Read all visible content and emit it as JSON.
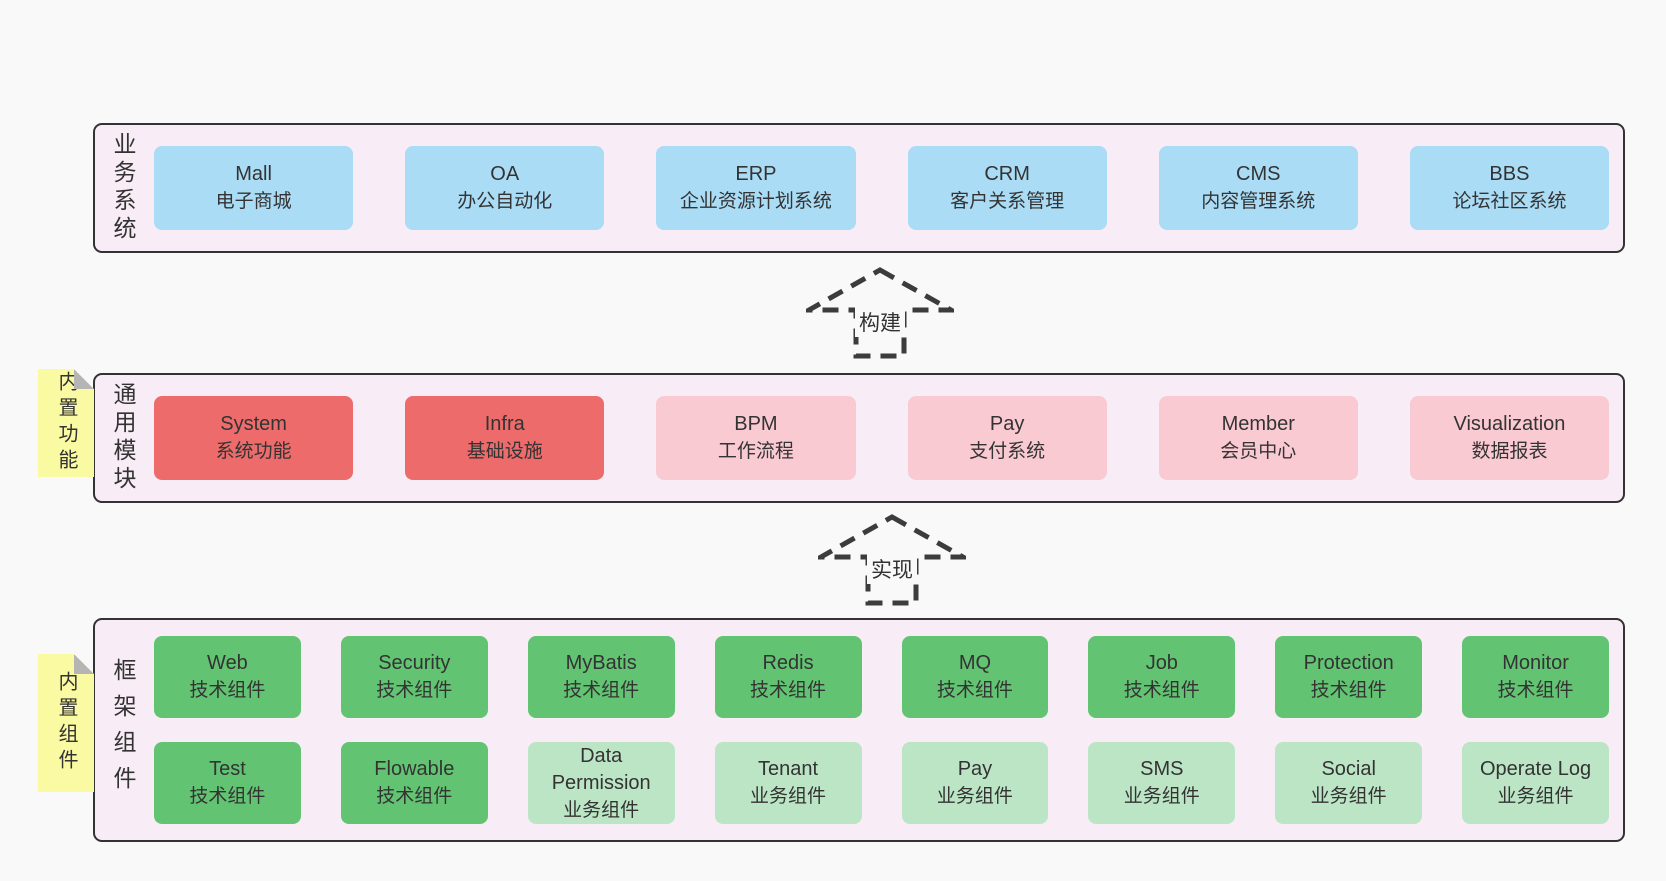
{
  "colors": {
    "page_bg": "#f9f9f9",
    "band_bg": "#f8edf6",
    "band_border": "#333333",
    "text": "#333333",
    "blue_box": "#aadcf6",
    "red_box": "#ee6b6b",
    "pink_box": "#facad3",
    "green_dark_box": "#62c472",
    "green_light_box": "#bce5c6",
    "sticky_yellow": "#fafaa2",
    "sticky_fold_gray": "#b5b5b5",
    "arrow_dash": "#3c3c3c"
  },
  "arrows": [
    {
      "label": "构建"
    },
    {
      "label": "实现"
    }
  ],
  "bands": [
    {
      "label": "业务系统",
      "boxes": [
        {
          "title": "Mall",
          "subtitle": "电子商城"
        },
        {
          "title": "OA",
          "subtitle": "办公自动化"
        },
        {
          "title": "ERP",
          "subtitle": "企业资源计划系统"
        },
        {
          "title": "CRM",
          "subtitle": "客户关系管理"
        },
        {
          "title": "CMS",
          "subtitle": "内容管理系统"
        },
        {
          "title": "BBS",
          "subtitle": "论坛社区系统"
        }
      ]
    },
    {
      "label": "通用模块",
      "sticky": "内置功能",
      "boxes": [
        {
          "title": "System",
          "subtitle": "系统功能"
        },
        {
          "title": "Infra",
          "subtitle": "基础设施"
        },
        {
          "title": "BPM",
          "subtitle": "工作流程"
        },
        {
          "title": "Pay",
          "subtitle": "支付系统"
        },
        {
          "title": "Member",
          "subtitle": "会员中心"
        },
        {
          "title": "Visualization",
          "subtitle": "数据报表"
        }
      ]
    },
    {
      "label": "框架组件",
      "sticky": "内置组件",
      "rows": [
        [
          {
            "title": "Web",
            "subtitle": "技术组件"
          },
          {
            "title": "Security",
            "subtitle": "技术组件"
          },
          {
            "title": "MyBatis",
            "subtitle": "技术组件"
          },
          {
            "title": "Redis",
            "subtitle": "技术组件"
          },
          {
            "title": "MQ",
            "subtitle": "技术组件"
          },
          {
            "title": "Job",
            "subtitle": "技术组件"
          },
          {
            "title": "Protection",
            "subtitle": "技术组件"
          },
          {
            "title": "Monitor",
            "subtitle": "技术组件"
          }
        ],
        [
          {
            "title": "Test",
            "subtitle": "技术组件"
          },
          {
            "title": "Flowable",
            "subtitle": "技术组件"
          },
          {
            "title": "Data Permission",
            "subtitle": "业务组件"
          },
          {
            "title": "Tenant",
            "subtitle": "业务组件"
          },
          {
            "title": "Pay",
            "subtitle": "业务组件"
          },
          {
            "title": "SMS",
            "subtitle": "业务组件"
          },
          {
            "title": "Social",
            "subtitle": "业务组件"
          },
          {
            "title": "Operate Log",
            "subtitle": "业务组件"
          }
        ]
      ]
    }
  ]
}
